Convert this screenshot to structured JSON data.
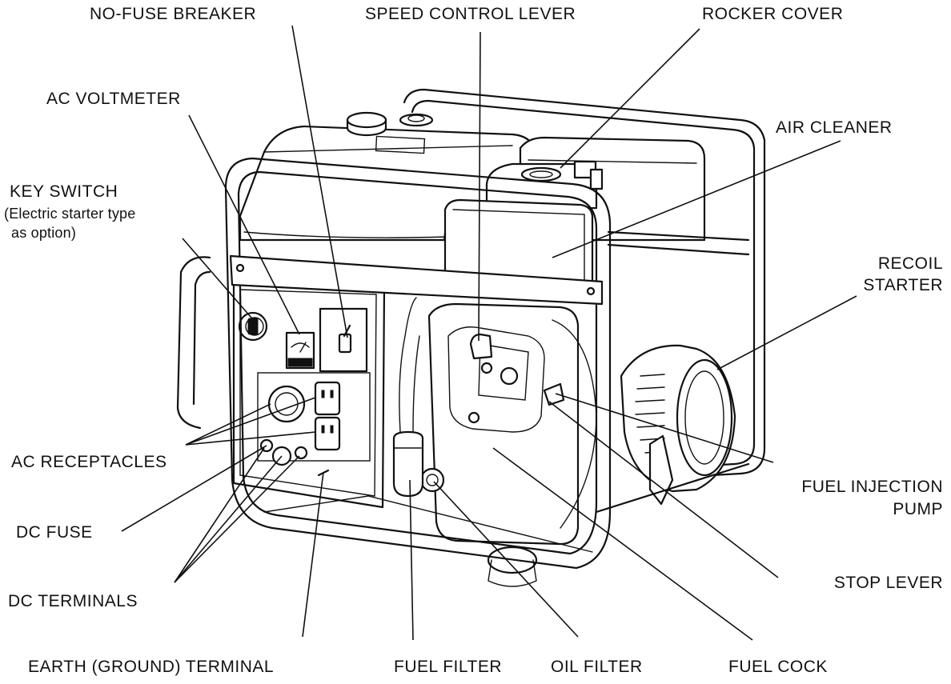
{
  "labels": {
    "no_fuse_breaker": "NO-FUSE BREAKER",
    "speed_control_lever": "SPEED CONTROL LEVER",
    "rocker_cover": "ROCKER COVER",
    "ac_voltmeter": "AC VOLTMETER",
    "air_cleaner": "AIR CLEANER",
    "key_switch": "KEY SWITCH",
    "key_switch_note_1": "(Electric starter type",
    "key_switch_note_2": "as option)",
    "recoil_starter_1": "RECOIL",
    "recoil_starter_2": "STARTER",
    "ac_receptacles": "AC RECEPTACLES",
    "fuel_injection_pump_1": "FUEL INJECTION",
    "fuel_injection_pump_2": "PUMP",
    "dc_fuse": "DC FUSE",
    "stop_lever": "STOP LEVER",
    "dc_terminals": "DC TERMINALS",
    "earth_terminal": "EARTH (GROUND) TERMINAL",
    "fuel_filter": "FUEL FILTER",
    "oil_filter": "OIL FILTER",
    "fuel_cock": "FUEL COCK"
  }
}
